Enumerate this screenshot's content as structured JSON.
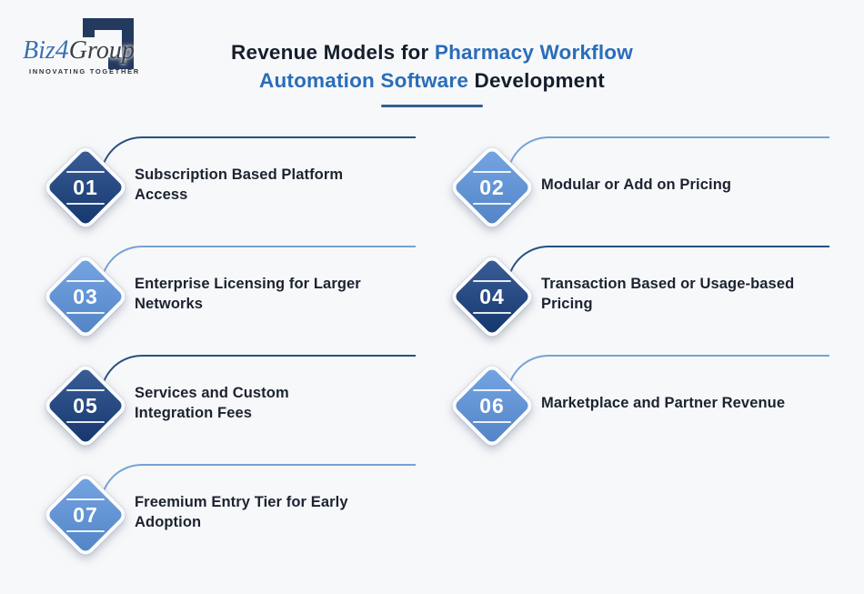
{
  "page": {
    "background": "#f7f8fa"
  },
  "logo": {
    "brand_prefix": "Biz",
    "brand_digit": "4",
    "brand_suffix": "Group",
    "tagline": "INNOVATING TOGETHER",
    "bracket_color": "#24395e"
  },
  "title": {
    "parts": [
      {
        "text": "Revenue Models for ",
        "accent": false
      },
      {
        "text": "Pharmacy Workflow Automation Software",
        "accent": true
      },
      {
        "text": " Development",
        "accent": false
      }
    ],
    "text_color": "#151e2b",
    "accent_color": "#2a6db8",
    "underline_color": "#33618f"
  },
  "palette": {
    "dark_diamond": "#1a4386",
    "light_diamond": "#5b93dd",
    "dark_line": "#27507f",
    "light_line": "#76a2d6"
  },
  "items": [
    {
      "number": "01",
      "label": "Subscription Based Platform Access",
      "variant": "dark",
      "column": "left",
      "row": 1
    },
    {
      "number": "02",
      "label": "Modular or Add on Pricing",
      "variant": "light",
      "column": "right",
      "row": 1
    },
    {
      "number": "03",
      "label": "Enterprise Licensing for Larger Networks",
      "variant": "light",
      "column": "left",
      "row": 2
    },
    {
      "number": "04",
      "label": "Transaction Based or Usage-based Pricing",
      "variant": "dark",
      "column": "right",
      "row": 2
    },
    {
      "number": "05",
      "label": "Services and Custom Integration Fees",
      "variant": "dark",
      "column": "left",
      "row": 3
    },
    {
      "number": "06",
      "label": "Marketplace and Partner Revenue",
      "variant": "light",
      "column": "right",
      "row": 3
    },
    {
      "number": "07",
      "label": "Freemium Entry Tier for Early Adoption",
      "variant": "light",
      "column": "left",
      "row": 4
    }
  ]
}
